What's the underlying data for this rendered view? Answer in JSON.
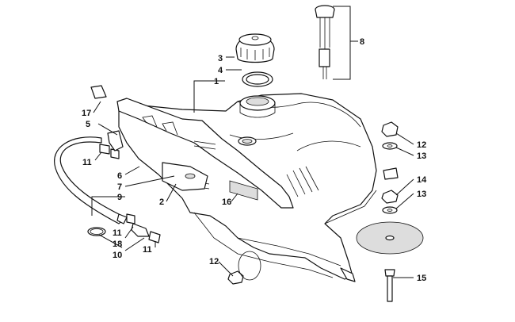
{
  "callouts": [
    {
      "id": "c1",
      "text": "1"
    },
    {
      "id": "c2",
      "text": "2"
    },
    {
      "id": "c3",
      "text": "3"
    },
    {
      "id": "c4",
      "text": "4"
    },
    {
      "id": "c5",
      "text": "5"
    },
    {
      "id": "c6",
      "text": "6"
    },
    {
      "id": "c7",
      "text": "7"
    },
    {
      "id": "c8",
      "text": "8"
    },
    {
      "id": "c9",
      "text": "9"
    },
    {
      "id": "c10",
      "text": "10"
    },
    {
      "id": "c11a",
      "text": "11"
    },
    {
      "id": "c11b",
      "text": "11"
    },
    {
      "id": "c11c",
      "text": "11"
    },
    {
      "id": "c12a",
      "text": "12"
    },
    {
      "id": "c12b",
      "text": "12"
    },
    {
      "id": "c13a",
      "text": "13"
    },
    {
      "id": "c13b",
      "text": "13"
    },
    {
      "id": "c14",
      "text": "14"
    },
    {
      "id": "c15",
      "text": "15"
    },
    {
      "id": "c16",
      "text": "16"
    },
    {
      "id": "c17",
      "text": "17"
    },
    {
      "id": "c18",
      "text": "18"
    }
  ]
}
